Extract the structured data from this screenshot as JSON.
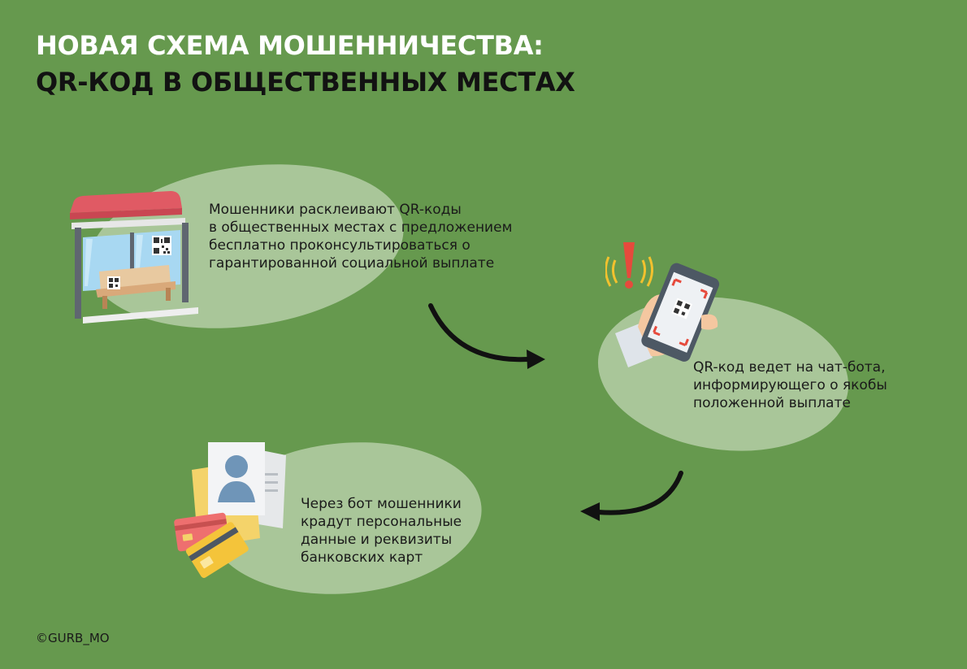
{
  "title": {
    "line1": "НОВАЯ СХЕМА МОШЕННИЧЕСТВА:",
    "line2": "QR-КОД В ОБЩЕСТВЕННЫХ МЕСТАХ"
  },
  "steps": [
    {
      "icon": "bus-stop-qr-icon",
      "lines": [
        "Мошенники расклеивают QR-коды",
        "в общественных местах с предложением",
        "бесплатно проконсультироваться о",
        "гарантированной социальной выплате"
      ]
    },
    {
      "icon": "phone-scan-alert-icon",
      "lines": [
        "QR-код ведет на чат-бота,",
        "информирующего о якобы",
        "положенной выплате"
      ]
    },
    {
      "icon": "documents-cards-icon",
      "lines": [
        "Через бот мошенники",
        "крадут персональные",
        "данные и реквизиты",
        "банковских карт"
      ]
    }
  ],
  "credit": "©GURB_MO",
  "colors": {
    "background": "#66994e",
    "blob": "#a9c699",
    "title_line1": "#ffffff",
    "title_line2": "#121212",
    "arrow": "#111111"
  }
}
